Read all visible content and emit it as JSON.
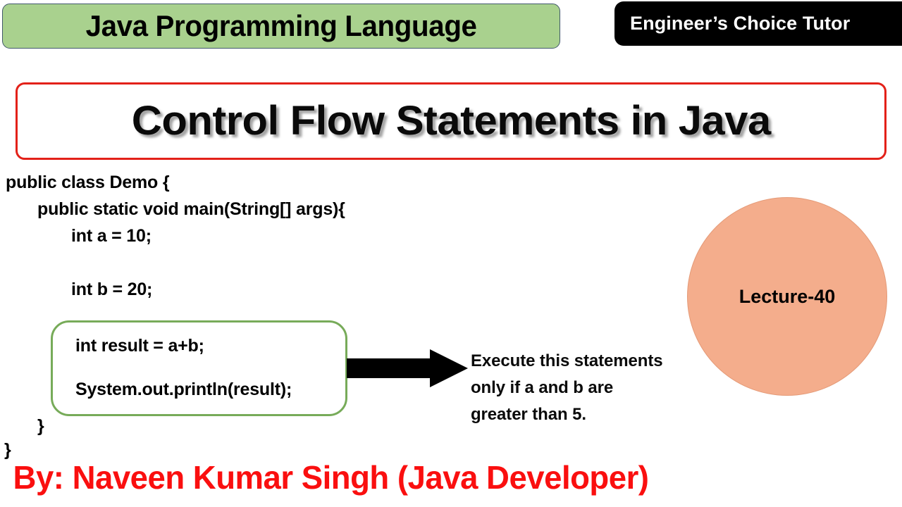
{
  "header": {
    "course_title": "Java Programming Language",
    "channel_badge": "Engineer’s Choice Tutor",
    "accent_green": "#A9D18E",
    "accent_black": "#000000"
  },
  "headline": {
    "text": "Control Flow Statements in Java",
    "border_color": "#E32119"
  },
  "code": {
    "lines": [
      {
        "text": "public class Demo {",
        "indent": 0
      },
      {
        "text": "public static void main(String[] args){",
        "indent": 1
      },
      {
        "text": "int a = 10;",
        "indent": 2
      },
      {
        "text": "",
        "indent": 2
      },
      {
        "text": "int b = 20;",
        "indent": 2
      }
    ],
    "highlighted": {
      "line_1": "int result = a+b;",
      "line_2": "System.out.println(result);",
      "border_color": "#77AB59"
    },
    "closing_brace_inner": "}",
    "closing_brace_outer": "}"
  },
  "annotation": {
    "arrow": "right-arrow",
    "lines": [
      "Execute this statements",
      "only if a and b are",
      "greater than 5."
    ]
  },
  "lecture": {
    "label": "Lecture-40",
    "fill_color": "#F4AD8C"
  },
  "footer": {
    "author": "By: Naveen Kumar Singh (Java Developer)",
    "color": "#FA0F0F"
  }
}
